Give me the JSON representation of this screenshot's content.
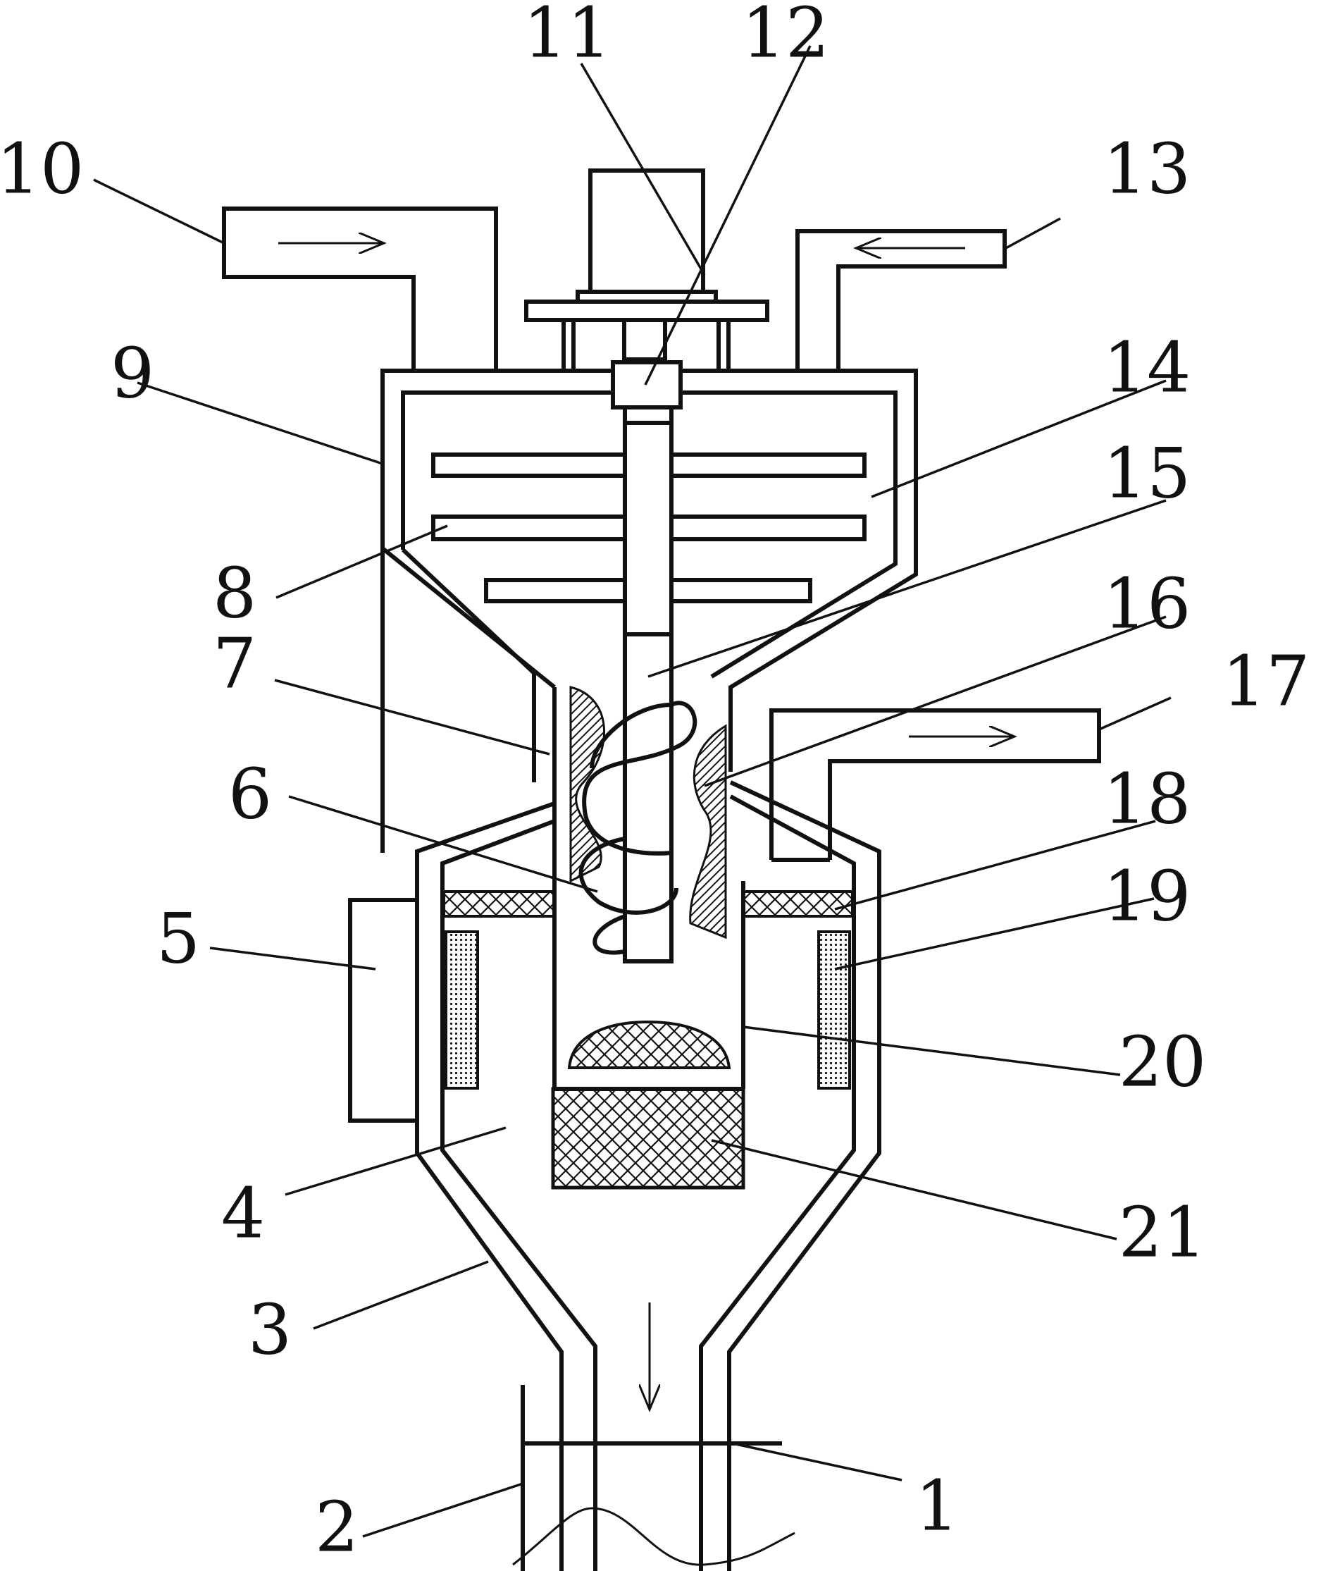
{
  "labels": {
    "l1": "1",
    "l2": "2",
    "l3": "3",
    "l4": "4",
    "l5": "5",
    "l6": "6",
    "l7": "7",
    "l8": "8",
    "l9": "9",
    "l10": "10",
    "l11": "11",
    "l12": "12",
    "l13": "13",
    "l14": "14",
    "l15": "15",
    "l16": "16",
    "l17": "17",
    "l18": "18",
    "l19": "19",
    "l20": "20",
    "l21": "21"
  },
  "flow_directions": {
    "inlet_10": "right",
    "inlet_13": "left",
    "outlet_17": "right",
    "discharge": "down"
  },
  "colors": {
    "line": "#111111",
    "background": "#ffffff"
  }
}
